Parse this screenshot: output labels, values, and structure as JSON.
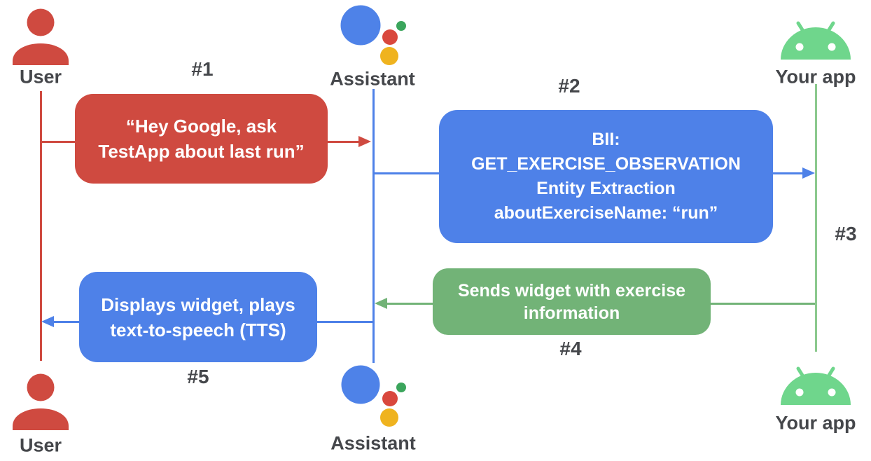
{
  "diagram": {
    "actors": {
      "user_top": {
        "label": "User"
      },
      "assistant_top": {
        "label": "Assistant"
      },
      "app_top": {
        "label": "Your app"
      },
      "user_bottom": {
        "label": "User"
      },
      "assistant_bottom": {
        "label": "Assistant"
      },
      "app_bottom": {
        "label": "Your app"
      }
    },
    "steps": {
      "s1": "#1",
      "s2": "#2",
      "s3": "#3",
      "s4": "#4",
      "s5": "#5"
    },
    "messages": {
      "m1": "“Hey Google, ask\nTestApp about last run”",
      "m2": "BII:\nGET_EXERCISE_OBSERVATION\nEntity Extraction\naboutExerciseName: “run”",
      "m4": "Sends widget with exercise\ninformation",
      "m5": "Displays widget, plays\ntext-to-speech (TTS)"
    },
    "colors": {
      "message_red": "#CF4A40",
      "message_blue": "#4E81E8",
      "message_green": "#72B377",
      "lifeline_green": "#8CC98E",
      "android_green": "#6FD68C",
      "label_gray": "#45474B",
      "assistant_blue": "#4E82E8",
      "assistant_red": "#D9483D",
      "assistant_yellow": "#EFB31F",
      "assistant_green": "#3BA55C",
      "user_red": "#CF4A40"
    }
  }
}
